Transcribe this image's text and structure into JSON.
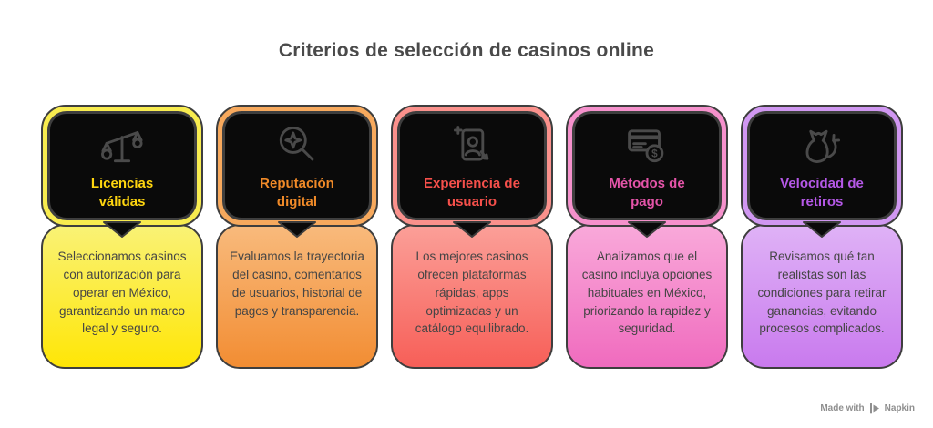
{
  "page": {
    "title": "Criterios de selección de casinos online"
  },
  "theme": {
    "page_bg": "#FFFFFF",
    "title_color": "#4A4A4A",
    "stroke": "#3E3E3E",
    "panel": "#0A0A0A",
    "icon": "#4A4A4A",
    "text": "#454545",
    "watermark": "#8F8F8F"
  },
  "cards": [
    {
      "icon": "scales-icon",
      "title": "Licencias válidas",
      "description": "Seleccionamos casinos con autorización para operar en México, garantizando un marco legal y seguro.",
      "colors": {
        "band": "#F8EC4F",
        "title": "#FFD60F",
        "body_top": "#F9F276",
        "body_bottom": "#FFE606"
      }
    },
    {
      "icon": "magnifier-star-icon",
      "title": "Reputación digital",
      "description": "Evaluamos la trayectoria del casino, comentarios de usuarios, historial de pagos y transparencia.",
      "colors": {
        "band": "#F7A95D",
        "title": "#F08A28",
        "body_top": "#F8BA7C",
        "body_bottom": "#F28D33"
      }
    },
    {
      "icon": "phone-user-icon",
      "title": "Experiencia de usuario",
      "description": "Los mejores casinos ofrecen plataformas rápidas, apps optimizadas y un catálogo equilibrado.",
      "colors": {
        "band": "#FA918C",
        "title": "#F6504B",
        "body_top": "#FB9F98",
        "body_bottom": "#F75F58"
      }
    },
    {
      "icon": "credit-card-coin-icon",
      "title": "Métodos de pago",
      "description": "Analizamos que el casino incluya opciones habituales en México, priorizando la rapidez y seguridad.",
      "colors": {
        "band": "#F591CC",
        "title": "#E454A8",
        "body_top": "#F9A9DA",
        "body_bottom": "#F06BBE"
      }
    },
    {
      "icon": "money-bag-arrow-icon",
      "title": "Velocidad de retiros",
      "description": "Revisamos qué tan realistas son las condiciones para retirar ganancias, evitando procesos complicados.",
      "colors": {
        "band": "#D097F1",
        "title": "#B558E7",
        "body_top": "#DFB2F6",
        "body_bottom": "#C97AEE"
      }
    }
  ],
  "watermark": {
    "made_with": "Made with",
    "brand": "Napkin"
  }
}
